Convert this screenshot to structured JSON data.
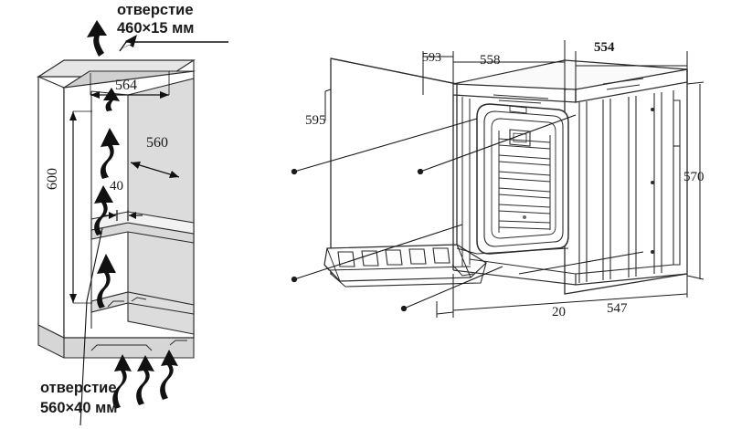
{
  "document": {
    "type": "appliance-installation-diagram",
    "description": "Built-in oven cabinet cut-out ventilation diagram and oven unit dimension drawing"
  },
  "left_diagram": {
    "name": "cabinet-ventilation-diagram",
    "top_callout": {
      "line1": "отверстие",
      "line2": "460×15 мм"
    },
    "bottom_callout": {
      "line1": "отверстие",
      "line2": "560×40 мм"
    },
    "dimensions": {
      "width_top": "564",
      "height_niche": "600",
      "depth": "560",
      "gap": "40"
    }
  },
  "right_diagram": {
    "name": "oven-unit-dimension-drawing",
    "dimensions": {
      "left_height": "595",
      "top_small": "593",
      "top_mid": "558",
      "top_right": "554",
      "right_height": "570",
      "bottom_width": "547",
      "bottom_offset": "20"
    }
  },
  "colors": {
    "ink": "#1a1a1a",
    "panel_light": "#ffffff",
    "panel_shade": "#e0e0e0",
    "panel_shade2": "#d6d6d6",
    "panel_shade3": "#cfcfcf",
    "line": "#2b2b2b"
  }
}
